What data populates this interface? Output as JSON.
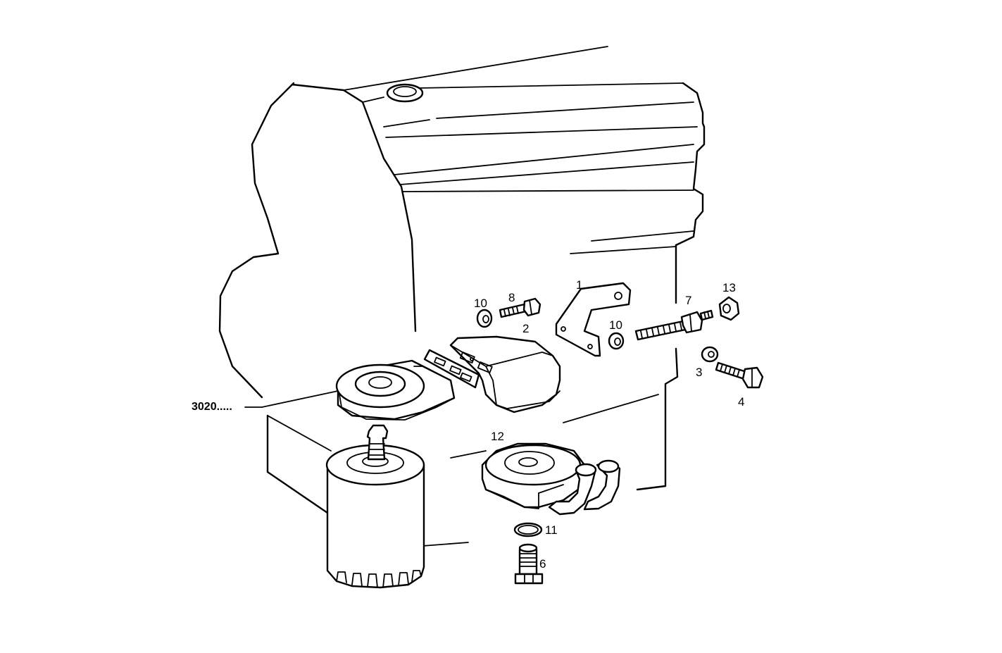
{
  "callouts": {
    "c1": "1",
    "c2": "2",
    "c3": "3",
    "c4": "4",
    "c6": "6",
    "c7": "7",
    "c8": "8",
    "c10a": "10",
    "c10b": "10",
    "c11": "11",
    "c12": "12",
    "c13": "13"
  },
  "reference": "3020....."
}
